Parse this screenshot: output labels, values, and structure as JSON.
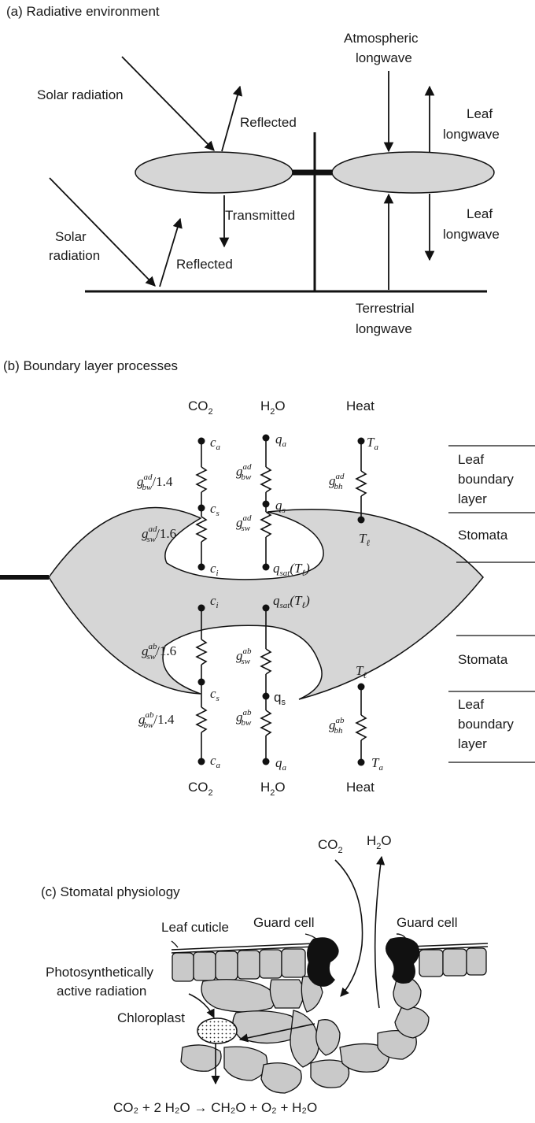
{
  "panel_a": {
    "title": "(a) Radiative environment",
    "solar_radiation_top": "Solar radiation",
    "reflected_top": "Reflected",
    "transmitted": "Transmitted",
    "solar_radiation_bottom_1": "Solar",
    "solar_radiation_bottom_2": "radiation",
    "reflected_bottom": "Reflected",
    "atmospheric_1": "Atmospheric",
    "atmospheric_2": "longwave",
    "leaf_lw_up_1": "Leaf",
    "leaf_lw_up_2": "longwave",
    "leaf_lw_down_1": "Leaf",
    "leaf_lw_down_2": "longwave",
    "terrestrial_1": "Terrestrial",
    "terrestrial_2": "longwave"
  },
  "panel_b": {
    "title": "(b) Boundary layer processes",
    "col_co2": "CO",
    "col_co2_sub": "2",
    "col_h2o_pre": "H",
    "col_h2o_sub": "2",
    "col_h2o_post": "O",
    "col_heat": "Heat",
    "c_a": "c",
    "c_a_sub": "a",
    "c_s": "c",
    "c_s_sub": "s",
    "c_i": "c",
    "c_i_sub": "i",
    "q_a": "q",
    "q_a_sub": "a",
    "q_s": "q",
    "q_s_sub": "s",
    "q_s_lower": "q",
    "q_sat": "q",
    "q_sat_sub": "sat",
    "q_sat_arg": "(T",
    "q_sat_arg_sub": "ℓ",
    "q_sat_close": ")",
    "T_a": "T",
    "T_a_sub": "a",
    "T_l": "T",
    "T_l_sub": "ℓ",
    "g": "g",
    "bw": "bw",
    "sw": "sw",
    "bh": "bh",
    "ad": "ad",
    "ab": "ab",
    "factor_14": "/1.4",
    "factor_16": "/1.6",
    "right_leaf": "Leaf",
    "right_boundary": "boundary",
    "right_layer": "layer",
    "right_stomata": "Stomata"
  },
  "panel_c": {
    "title": "(c) Stomatal physiology",
    "co2": "CO",
    "co2_sub": "2",
    "h2o_pre": "H",
    "h2o_sub": "2",
    "h2o_post": "O",
    "leaf_cuticle": "Leaf cuticle",
    "guard_cell_left": "Guard cell",
    "guard_cell_right": "Guard cell",
    "par_1": "Photosynthetically",
    "par_2": "active radiation",
    "chloroplast": "Chloroplast",
    "equation": "CO₂ + 2 H₂O → CH₂O + O₂ + H₂O"
  },
  "colors": {
    "leaf_fill": "#d6d6d6",
    "cell_fill": "#c9c9c9",
    "guard_fill": "#111111",
    "line": "#111111"
  }
}
